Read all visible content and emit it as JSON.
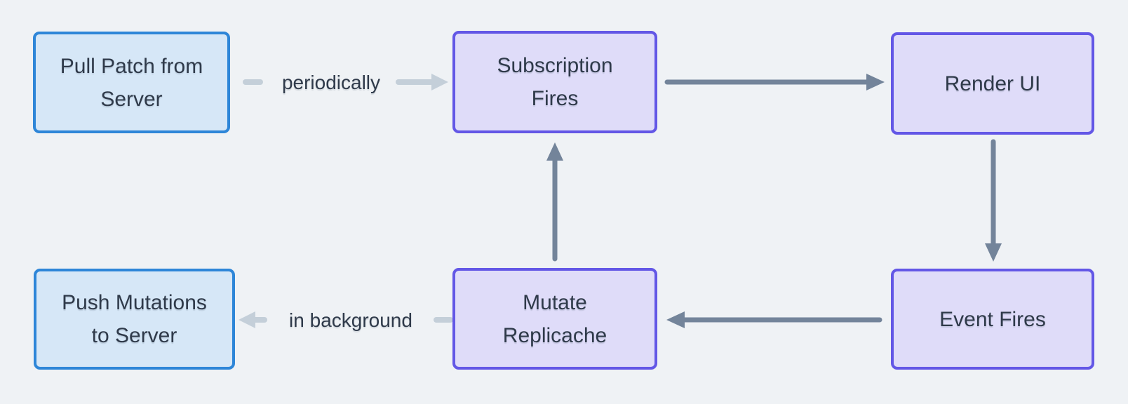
{
  "colors": {
    "background": "#eff2f5",
    "blue_box_fill": "#d6e7f7",
    "blue_box_border": "#2e86d8",
    "purple_box_fill": "#dfdcf9",
    "purple_box_border": "#6357e6",
    "arrow_strong": "#73849a",
    "arrow_light": "#c4cfd9",
    "text": "#2f3a4a"
  },
  "nodes": [
    {
      "id": "pull-patch-from-server",
      "variant": "blue",
      "lines": [
        "Pull Patch from",
        "Server"
      ]
    },
    {
      "id": "subscription-fires",
      "variant": "purple",
      "lines": [
        "Subscription",
        "Fires"
      ]
    },
    {
      "id": "render-ui",
      "variant": "purple",
      "lines": [
        "Render UI"
      ]
    },
    {
      "id": "push-mutations-to-server",
      "variant": "blue",
      "lines": [
        "Push Mutations",
        "to Server"
      ]
    },
    {
      "id": "mutate-replicache",
      "variant": "purple",
      "lines": [
        "Mutate",
        "Replicache"
      ]
    },
    {
      "id": "event-fires",
      "variant": "purple",
      "lines": [
        "Event Fires"
      ]
    }
  ],
  "edges": [
    {
      "from": "pull-patch-from-server",
      "to": "subscription-fires",
      "label": "periodically",
      "style": "light"
    },
    {
      "from": "subscription-fires",
      "to": "render-ui",
      "label": "",
      "style": "strong"
    },
    {
      "from": "render-ui",
      "to": "event-fires",
      "label": "",
      "style": "strong"
    },
    {
      "from": "event-fires",
      "to": "mutate-replicache",
      "label": "",
      "style": "strong"
    },
    {
      "from": "mutate-replicache",
      "to": "subscription-fires",
      "label": "",
      "style": "strong"
    },
    {
      "from": "mutate-replicache",
      "to": "push-mutations-to-server",
      "label": "in background",
      "style": "light"
    }
  ]
}
